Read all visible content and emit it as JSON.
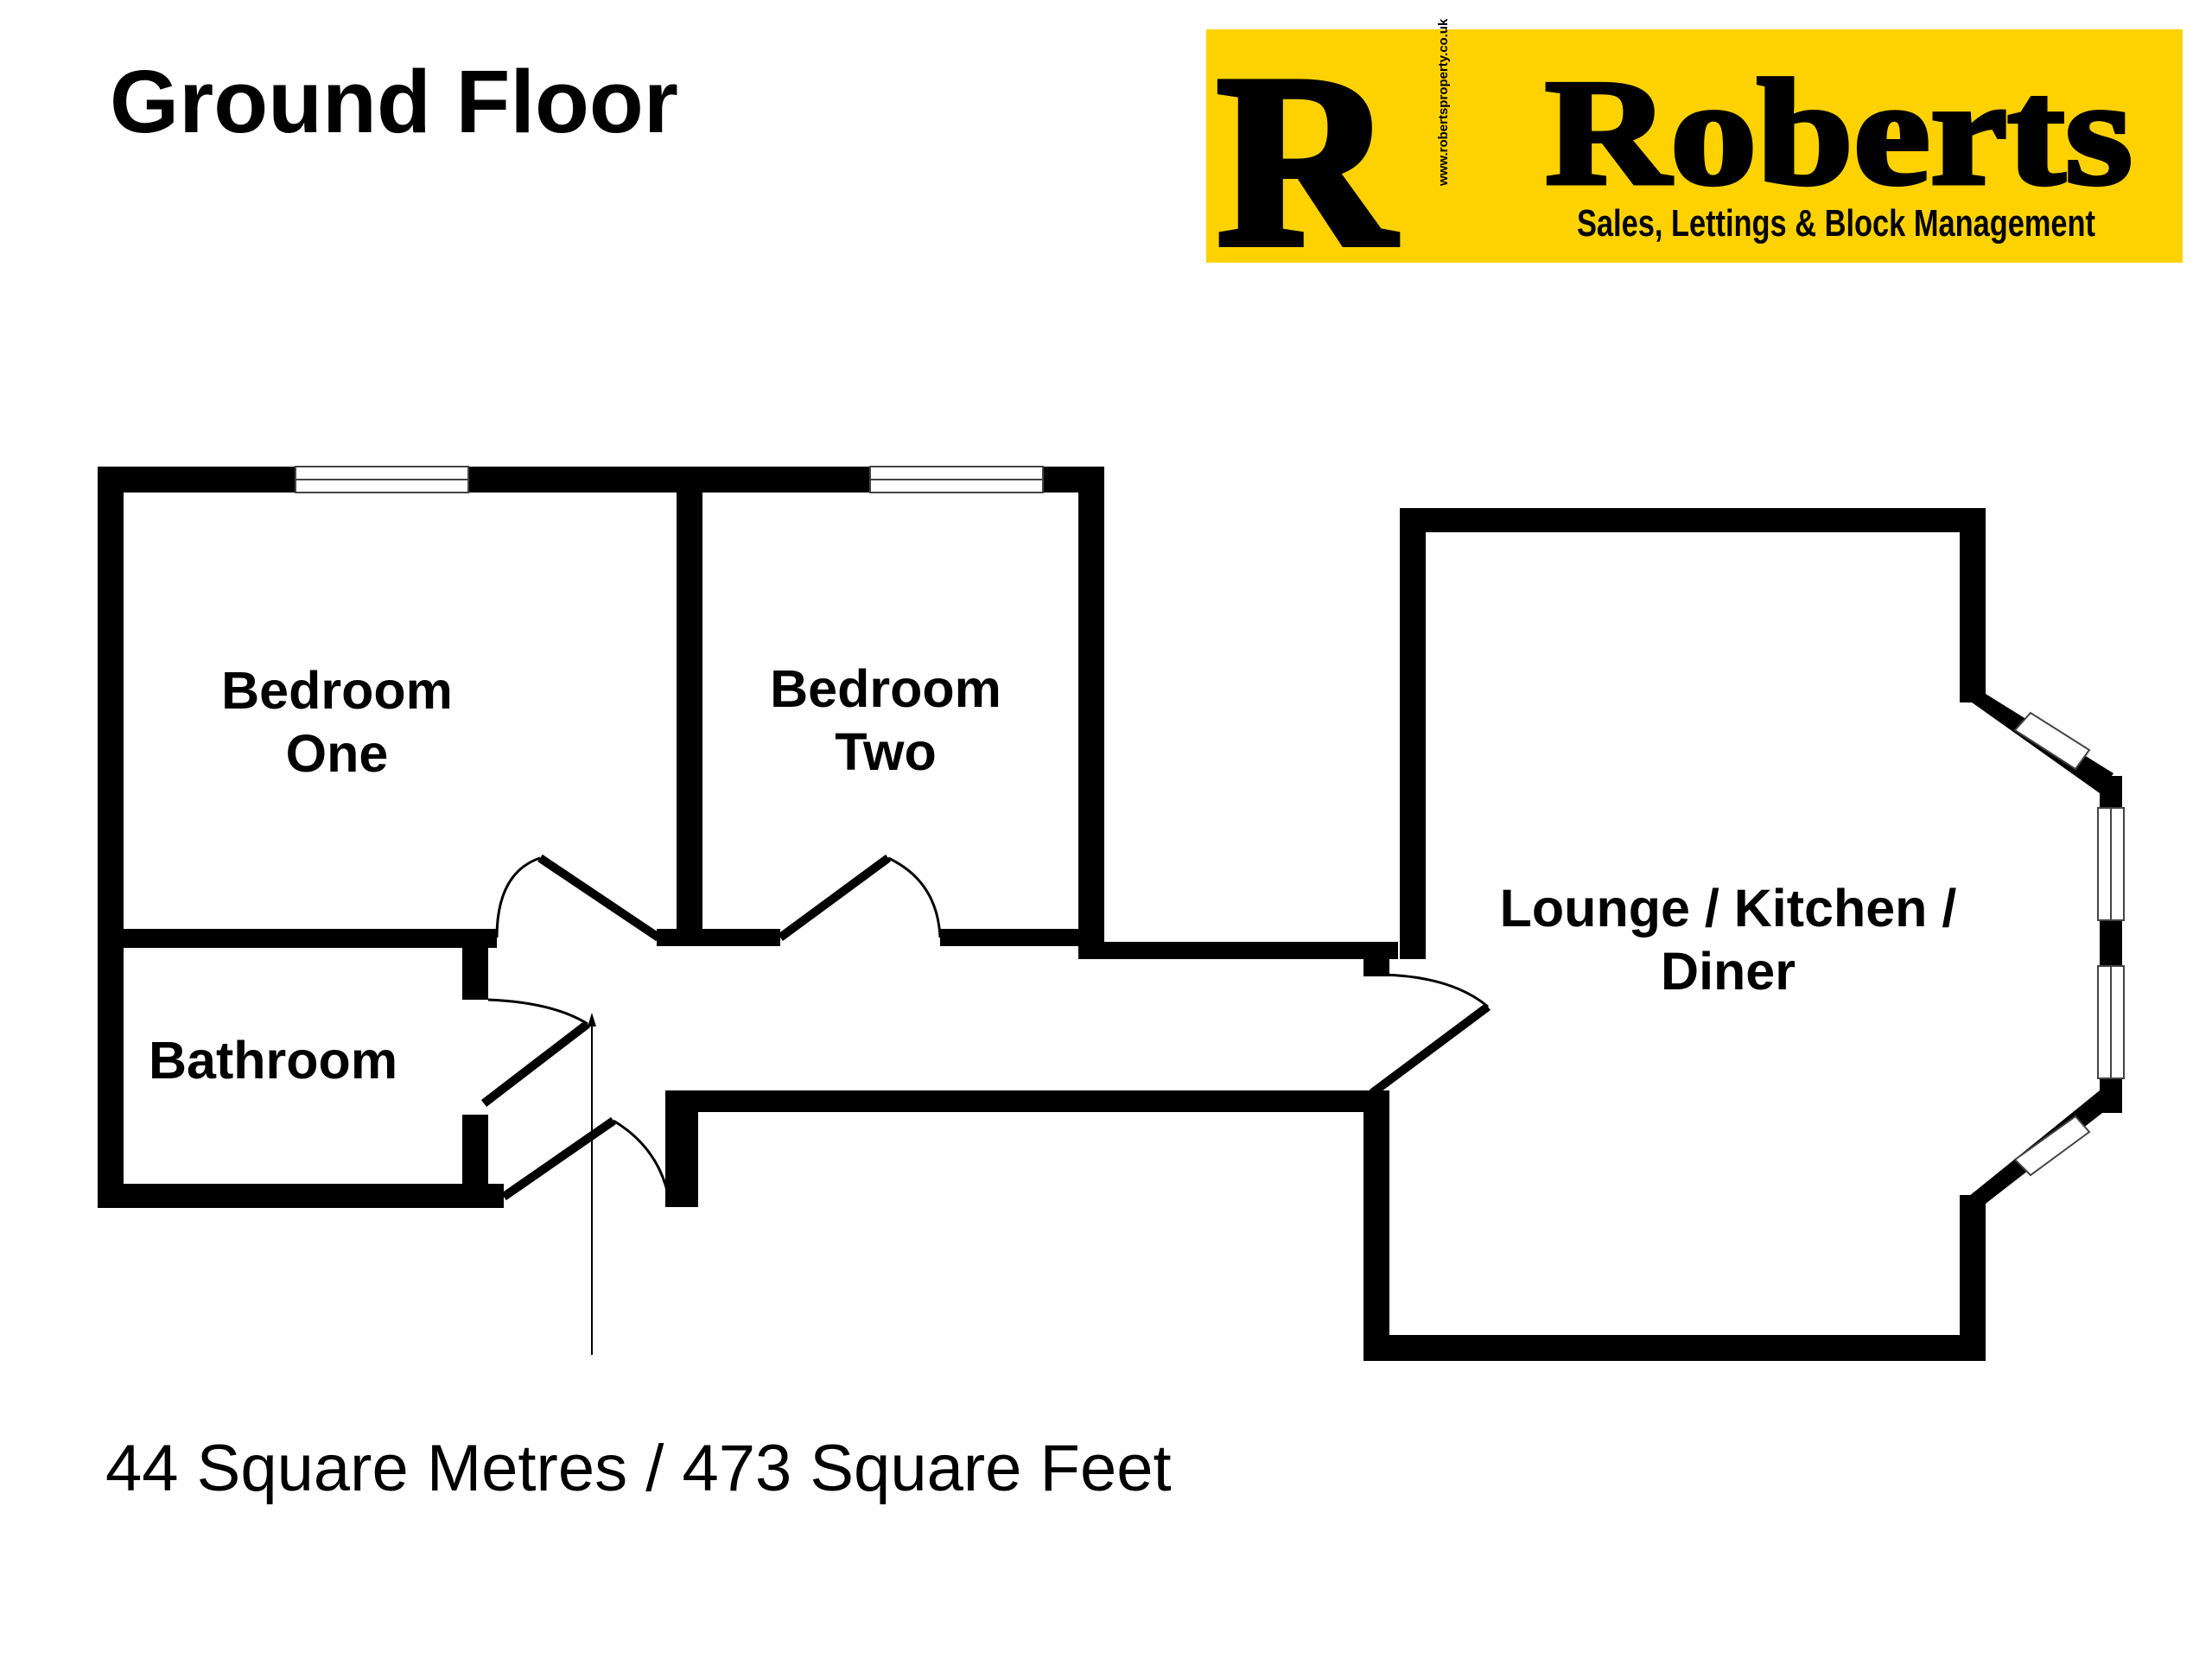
{
  "page": {
    "title": "Ground Floor",
    "area": "44 Square Metres / 473 Square Feet"
  },
  "logo": {
    "letter": "R",
    "name": "Roberts",
    "tagline": "Sales, Lettings & Block Management",
    "website": "www.robertsproperty.co.uk",
    "background_color": "#fdd200",
    "text_color": "#000000"
  },
  "rooms": {
    "bedroom_one": {
      "line1": "Bedroom",
      "line2": "One"
    },
    "bedroom_two": {
      "line1": "Bedroom",
      "line2": "Two"
    },
    "bathroom": {
      "line1": "Bathroom"
    },
    "lounge": {
      "line1": "Lounge / Kitchen /",
      "line2": "Diner"
    }
  },
  "colors": {
    "wall": "#000000",
    "background": "#ffffff"
  }
}
